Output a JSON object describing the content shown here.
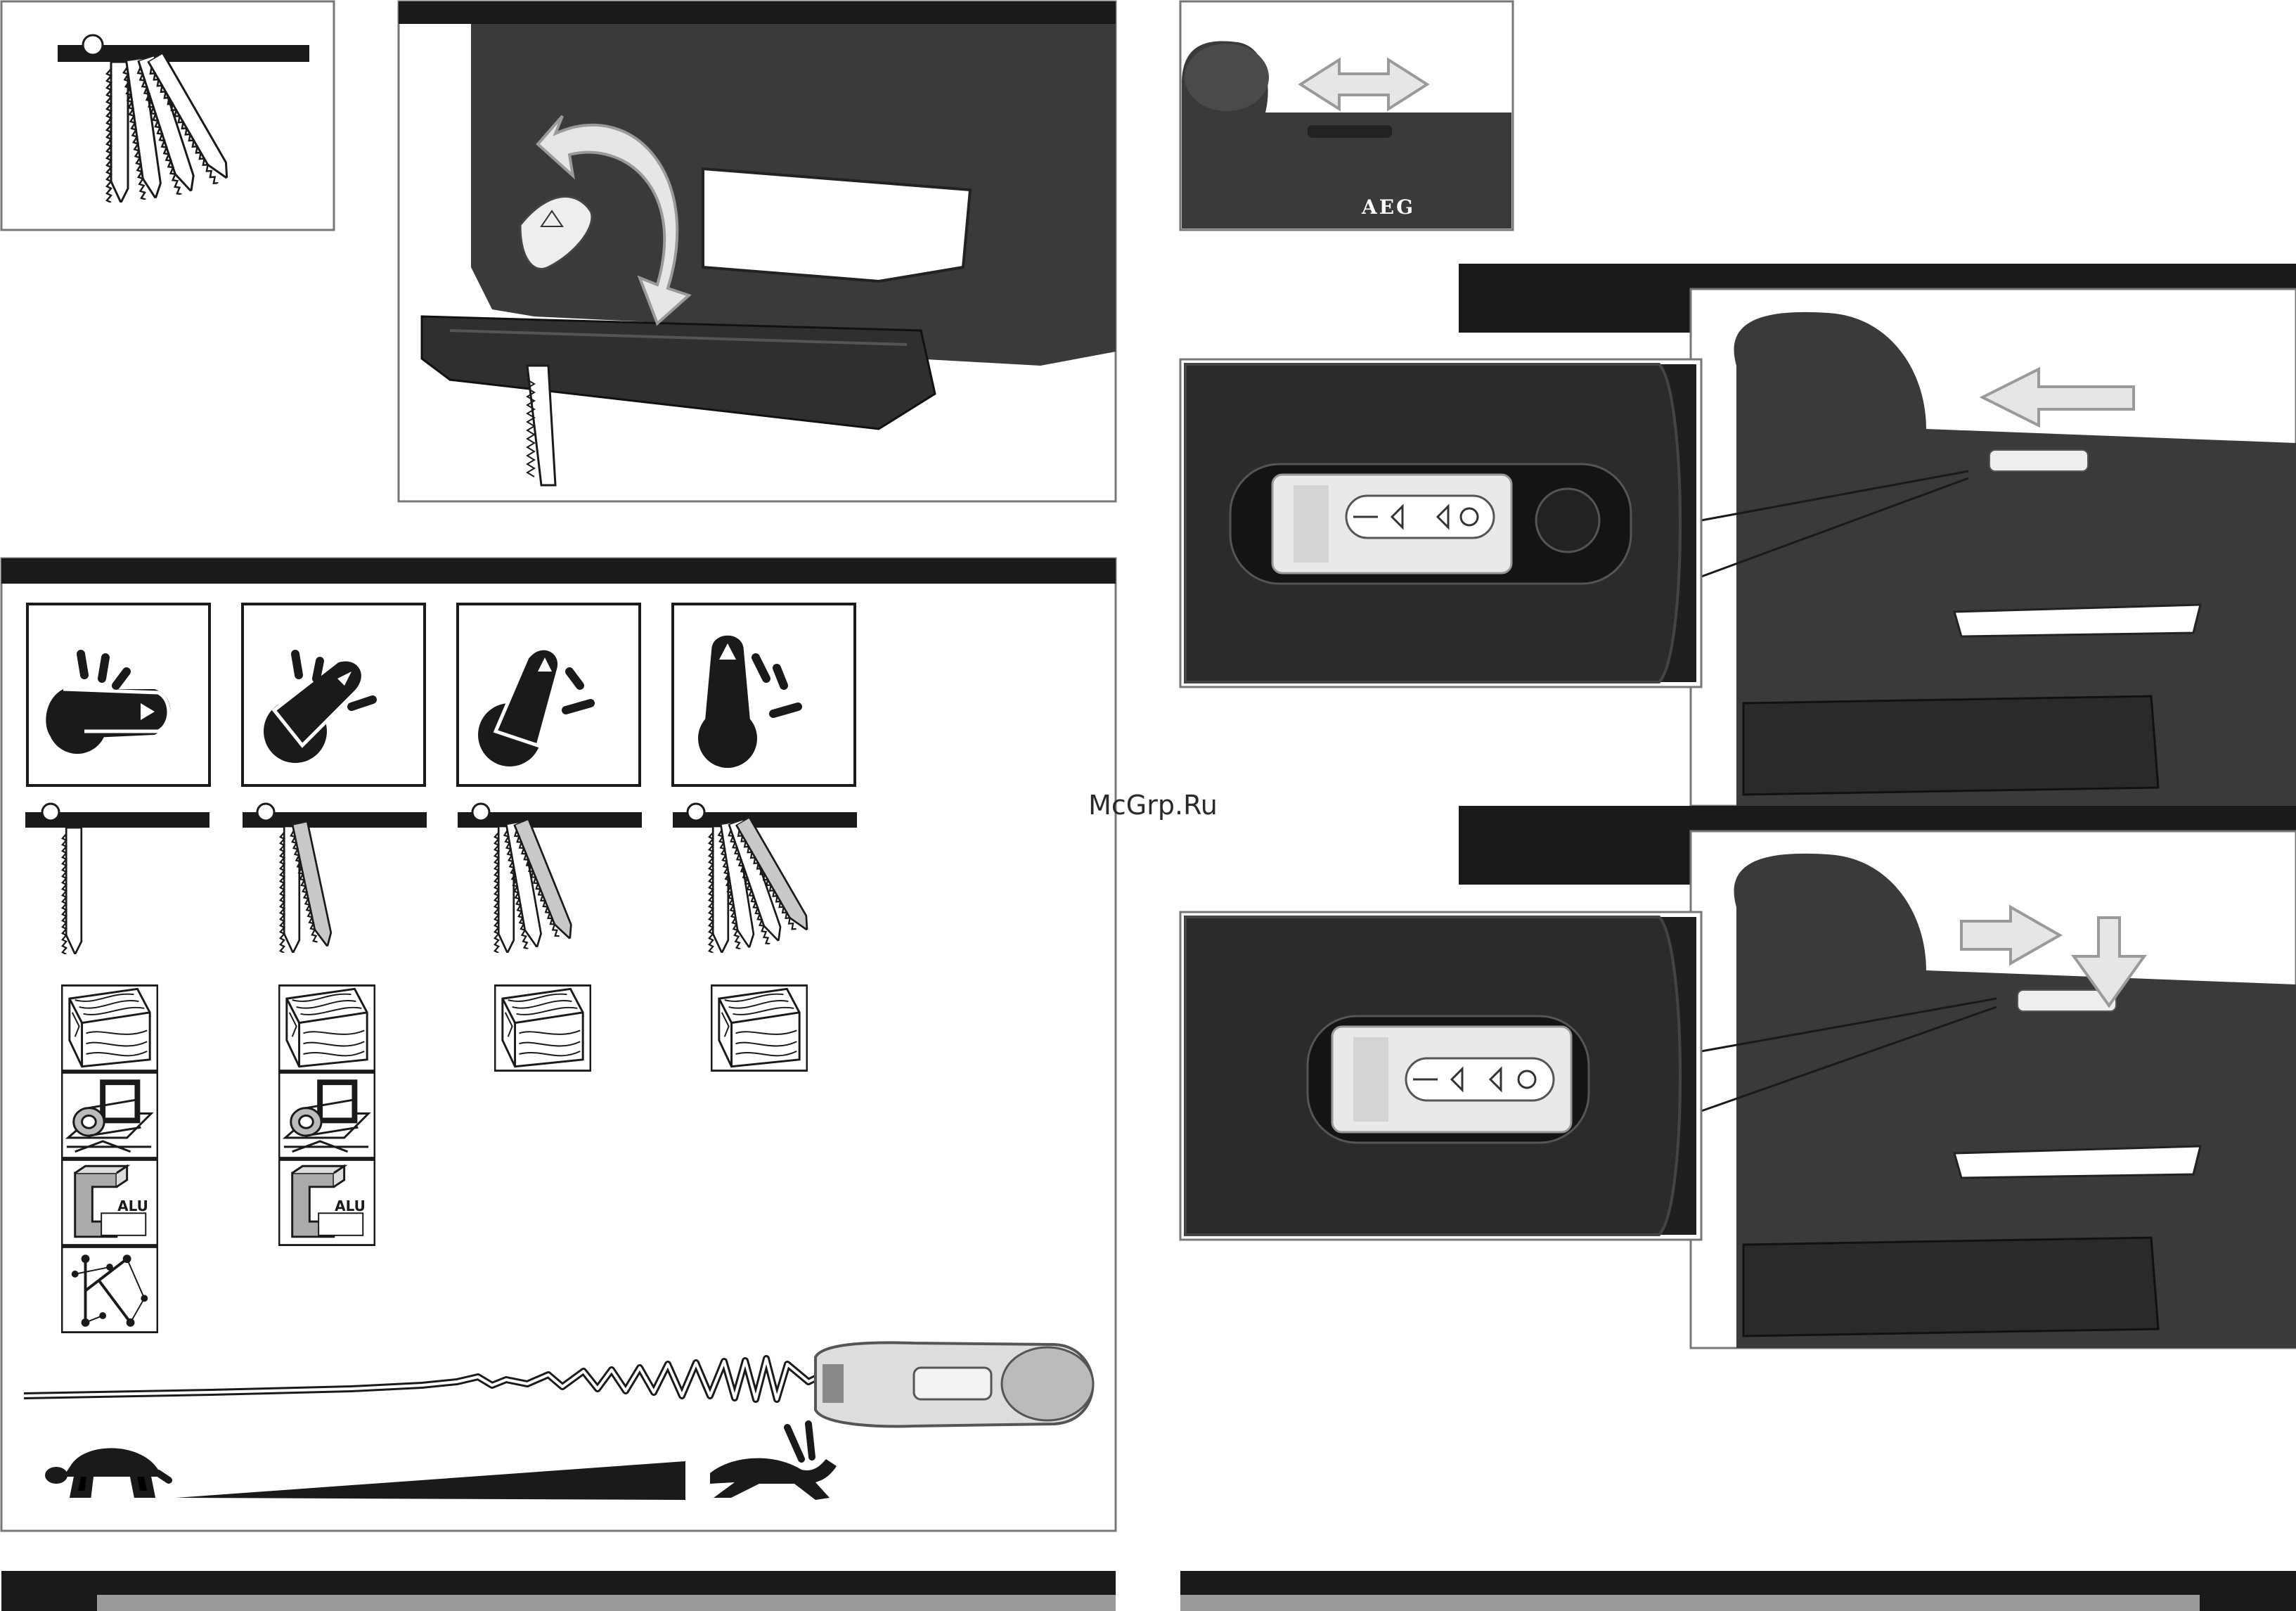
{
  "brand": "AEG",
  "watermark": "McGrp.Ru",
  "alu_label": "ALU",
  "colors": {
    "page": "#ffffff",
    "ink": "#1a1a1a",
    "tool_body": "#3a3a3a",
    "tool_dark": "#222222",
    "frame": "#777777",
    "arrow_fill": "#e6e6e6",
    "arrow_stroke": "#9a9a9a",
    "watermark": "#2a2a2a",
    "footer_gray": "#9a9a9a"
  },
  "pendulum_settings": [
    {
      "icon": "knob-position-0-icon",
      "blade_count": 1,
      "materials": [
        "wood-icon",
        "pipe-profile-icon",
        "aluminium-profile-icon",
        "plastic-icon"
      ]
    },
    {
      "icon": "knob-position-1-icon",
      "blade_count": 2,
      "materials": [
        "wood-icon",
        "pipe-profile-icon",
        "aluminium-profile-icon"
      ]
    },
    {
      "icon": "knob-position-2-icon",
      "blade_count": 3,
      "materials": [
        "wood-icon"
      ]
    },
    {
      "icon": "knob-position-3-icon",
      "blade_count": 4,
      "materials": [
        "wood-icon"
      ]
    }
  ],
  "speed_scale": {
    "slow": "turtle-icon",
    "fast": "hare-icon"
  },
  "switch_steps": [
    {
      "arrow": "left-arrow-icon",
      "state": "switch-unlocked"
    },
    {
      "arrow": "right-and-down-arrow-icon",
      "state": "switch-locked"
    }
  ]
}
